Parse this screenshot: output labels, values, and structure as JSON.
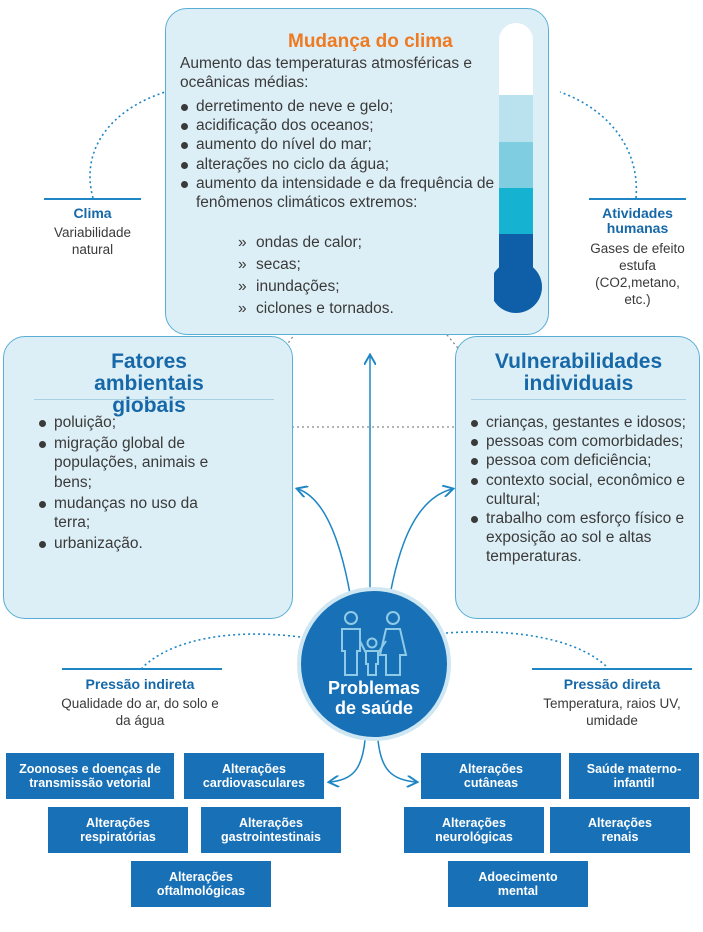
{
  "climate_change": {
    "title": "Mudança do clima",
    "intro": "Aumento das temperaturas atmosféricas e oceânicas médias:",
    "items": [
      "derretimento de neve e gelo;",
      "acidificação dos oceanos;",
      "aumento do nível do mar;",
      "alterações no ciclo da água;",
      "aumento da intensidade e da frequência de fenômenos climáticos extremos:"
    ],
    "sub_items": [
      "ondas de calor;",
      "secas;",
      "inundações;",
      "ciclones e tornados."
    ],
    "sub_marker": "»",
    "thermometer_colors": [
      "#ffffff",
      "#b9e1ee",
      "#7fcde1",
      "#15b2d2",
      "#0f5fa8"
    ]
  },
  "climate_driver": {
    "title": "Clima",
    "text": "Variabilidade natural"
  },
  "human_driver": {
    "title": "Atividades humanas",
    "text": "Gases de efeito estufa (CO2,metano, etc.)"
  },
  "environmental": {
    "title": "Fatores ambientais globais",
    "items": [
      "poluição;",
      "migração global de populações, animais e bens;",
      "mudanças no uso da terra;",
      "urbanização."
    ]
  },
  "vulnerabilities": {
    "title": "Vulnerabilidades individuais",
    "items": [
      "crianças, gestantes e idosos;",
      "pessoas com comorbidades;",
      "pessoa com deficiência;",
      "contexto social, econômico e cultural;",
      "trabalho com esforço físico e exposição ao sol e altas temperaturas."
    ]
  },
  "health": {
    "title": "Problemas de saúde",
    "icon": "family-icon"
  },
  "indirect": {
    "title": "Pressão indireta",
    "text": "Qualidade do ar, do solo e da água"
  },
  "direct": {
    "title": "Pressão direta",
    "text": "Temperatura, raios UV, umidade"
  },
  "left_outcomes": [
    "Zoonoses e doenças de transmissão vetorial",
    "Alterações cardiovasculares",
    "Alterações respiratórias",
    "Alterações gastrointestinais",
    "Alterações oftalmológicas"
  ],
  "right_outcomes": [
    "Alterações cutâneas",
    "Saúde materno-infantil",
    "Alterações neurológicas",
    "Alterações renais",
    "Adoecimento mental"
  ],
  "colors": {
    "orange": "#ee7a22",
    "blue": "#1870b7",
    "panel": "#ddeff6",
    "line": "#5aaed6"
  }
}
